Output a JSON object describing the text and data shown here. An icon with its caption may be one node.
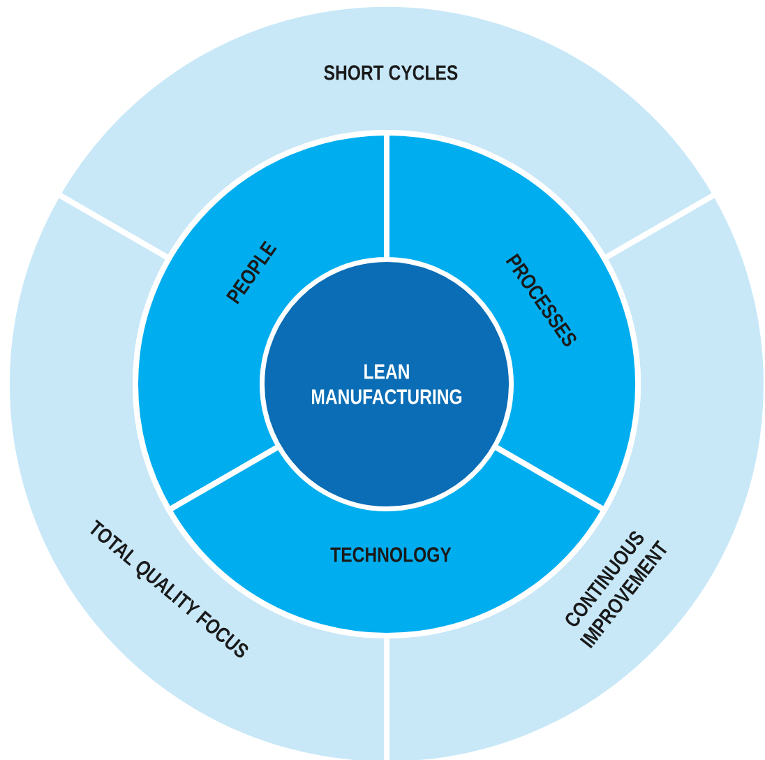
{
  "diagram": {
    "nodes": [
      {
        "text": [
          "LEAN MANUFACTURING"
        ]
      },
      {
        "text": [
          "PEOPLE"
        ]
      },
      {
        "text": [
          "PROCESSES"
        ]
      },
      {
        "text": [
          "TECHNOLOGY"
        ]
      },
      {
        "text": [
          "SHORT CYCLES"
        ]
      },
      {
        "text": [
          "TOTAL QUALITY FOCUS"
        ]
      },
      {
        "text": [
          "CONTINUOUS IMPROVEMENT"
        ]
      }
    ]
  }
}
